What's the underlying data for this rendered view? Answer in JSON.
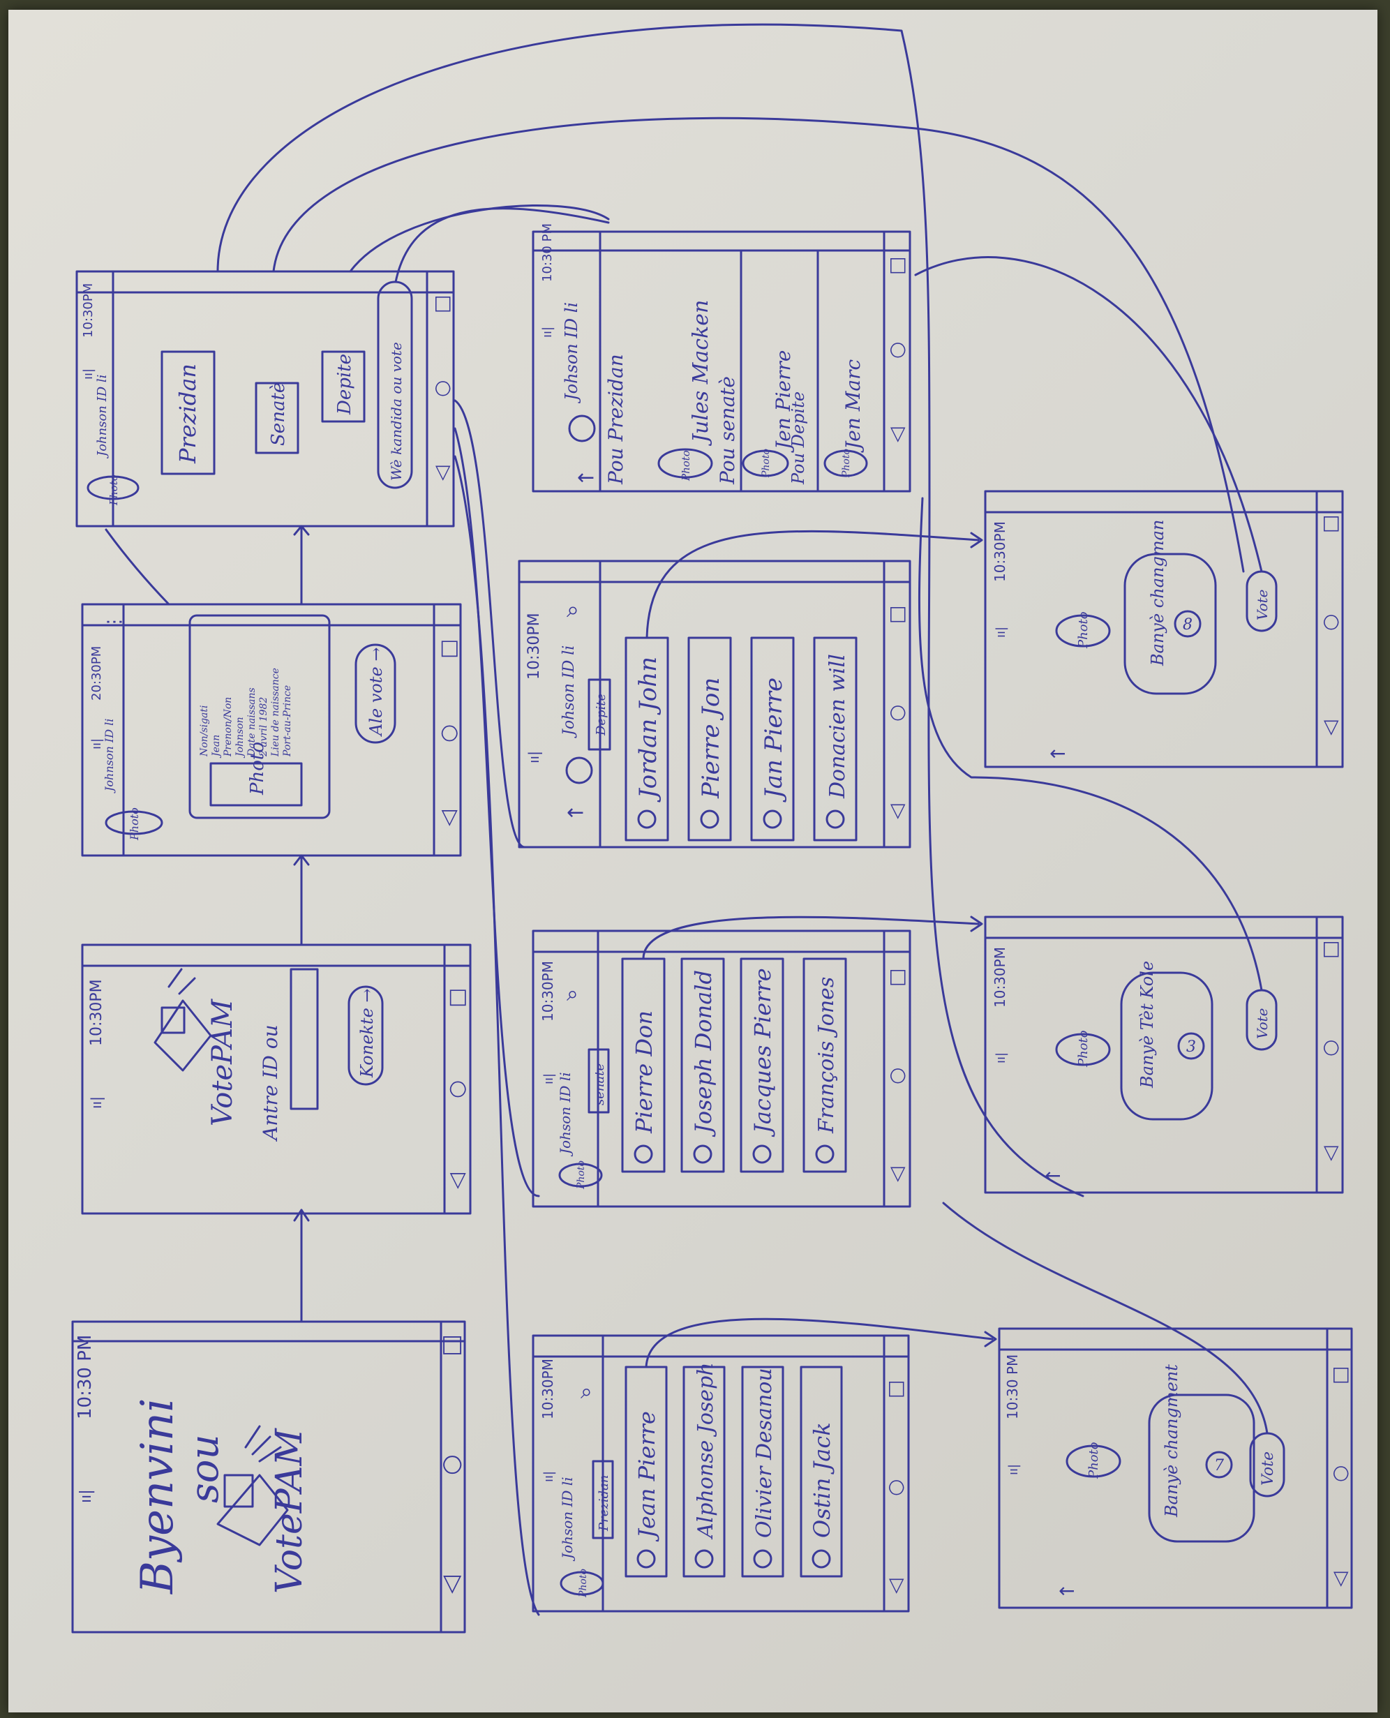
{
  "ink_color": "#3a3a9a",
  "paper_color": "#dcdad3",
  "status": {
    "time_1030": "10:30 PM",
    "time_1030b": "10:30PM",
    "time_1030c": "10:30PM",
    "time_1030d": "10:30 PM",
    "time_1030e": "10:30PM",
    "time_1030f": "10:30PM",
    "time_1030g": "10:30PM",
    "time_1030h": "10:30PM",
    "time_1030i": "10:30PM",
    "time_20": "20:30PM",
    "signal": "ıı|"
  },
  "nav": {
    "back": "◁",
    "home": "○",
    "recent": "□"
  },
  "splash": {
    "welcome": "Byenvini",
    "sou": "sou",
    "logo_text": "VotePAM"
  },
  "login": {
    "logo_text": "VotePAM",
    "id_label": "Antre ID ou",
    "connect_button": "Konekte →"
  },
  "profile": {
    "photo": "Photo",
    "user_name": "Johnson ID li",
    "details": [
      "Non/sigati",
      "Jean",
      "Prenon/Non",
      "Johnson",
      "Date naissans",
      "2 avril 1982",
      "Lieu de naissance",
      "Port-au-Prince"
    ],
    "vote_button": "Ale vote →",
    "menu": "⋮"
  },
  "menu_screen": {
    "photo": "Photo",
    "user_name": "Johnson ID li",
    "buttons": [
      "Prezidan",
      "Senatè",
      "Depite"
    ],
    "voted_button": "Wè kandida ou vote"
  },
  "summary": {
    "user_name": "Johson ID li",
    "for_president": "Pou Prezidan",
    "president_choice": "Jules Macken",
    "for_senate": "Pou senatè",
    "senate_choice": "Jen Pierre",
    "for_deputy": "Pou Depite",
    "deputy_choice": "Jen Marc",
    "photo": "Photo"
  },
  "depite": {
    "user_name": "Johson ID li",
    "tag": "Depite",
    "candidates": [
      "Jordan John",
      "Pierre Jon",
      "Jan Pierre",
      "Donacien will"
    ]
  },
  "senate": {
    "user_name": "Johson ID li",
    "photo": "Photo",
    "tag": "senate",
    "candidates": [
      "Pierre Don",
      "Joseph Donald",
      "Jacques Pierre",
      "François Jones"
    ]
  },
  "president": {
    "user_name": "Johson ID li",
    "photo": "Photo",
    "tag": "Prezidan",
    "candidates": [
      "Jean Pierre",
      "Alphonse Joseph",
      "Olivier Desanou",
      "Ostin Jack"
    ]
  },
  "detail_depite": {
    "photo": "Photo",
    "party": "Banyè changman",
    "number": "8",
    "vote": "Vote"
  },
  "detail_senate": {
    "photo": "Photo",
    "party": "Banyè Tèt Kole",
    "number": "3",
    "vote": "Vote"
  },
  "detail_president": {
    "photo": "Photo",
    "party": "Banyè changment",
    "number": "7",
    "vote": "Vote"
  }
}
